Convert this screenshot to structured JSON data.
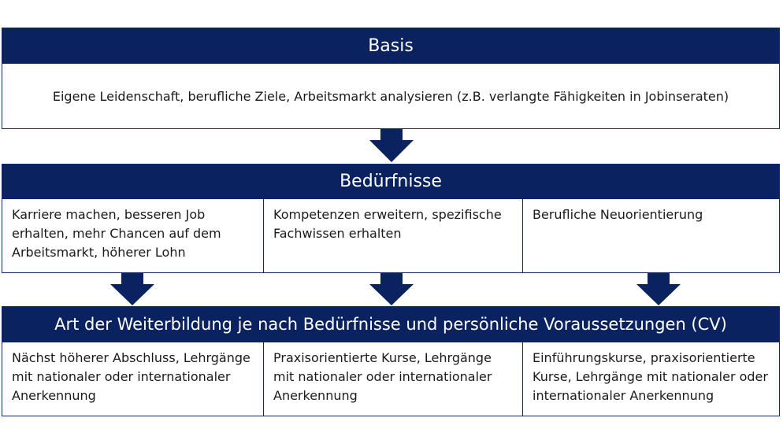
{
  "colors": {
    "header_bg": "#0b2260",
    "header_text": "#ffffff",
    "border": "#0f2a66",
    "arrow": "#0b2260"
  },
  "basis": {
    "title": "Basis",
    "text": "Eigene Leidenschaft, berufliche Ziele, Arbeitsmarkt analysieren (z.B. verlangte Fähigkeiten in Jobinseraten)"
  },
  "beduerfnisse": {
    "title": "Bedürfnisse",
    "columns": [
      {
        "text": "Karriere machen, besseren Job erhalten, mehr Chancen auf dem Arbeitsmarkt, höherer Lohn"
      },
      {
        "text": "Kompetenzen erweitern, spezifische Fachwissen erhalten"
      },
      {
        "text": "Berufliche Neuorientierung"
      }
    ]
  },
  "weiterbildung": {
    "title": "Art der Weiterbildung je nach Bedürfnisse und persönliche Voraussetzungen (CV)",
    "columns": [
      {
        "text": "Nächst höherer Abschluss, Lehrgänge mit nationaler oder internationaler Anerkennung"
      },
      {
        "text": "Praxisorientierte Kurse, Lehrgänge mit nationaler oder internationaler Anerkennung"
      },
      {
        "text": "Einführungskurse, praxisorientierte Kurse, Lehrgänge mit nationaler oder internationaler Anerkennung"
      }
    ]
  }
}
